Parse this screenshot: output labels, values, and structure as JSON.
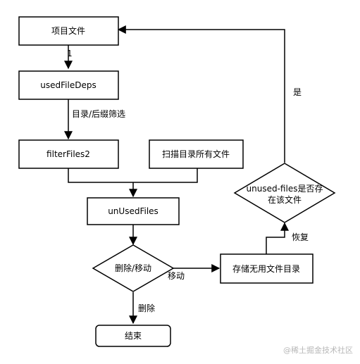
{
  "nodes": {
    "project_files": "项目文件",
    "used_file_deps": "usedFileDeps",
    "filter_files": "filterFiles2",
    "scan_all_files": "扫描目录所有文件",
    "un_used_files": "unUsedFiles",
    "delete_move": "删除/移动",
    "end": "结束",
    "store_list": "存储无用文件目录",
    "decision_line1": "unused-files是否存",
    "decision_line2": "在该文件"
  },
  "edges": {
    "marker_1": "1",
    "dir_suffix_filter": "目录/后缀筛选",
    "move": "移动",
    "delete": "删除",
    "restore": "恢复",
    "yes": "是"
  },
  "watermark": "@稀土掘金技术社区"
}
